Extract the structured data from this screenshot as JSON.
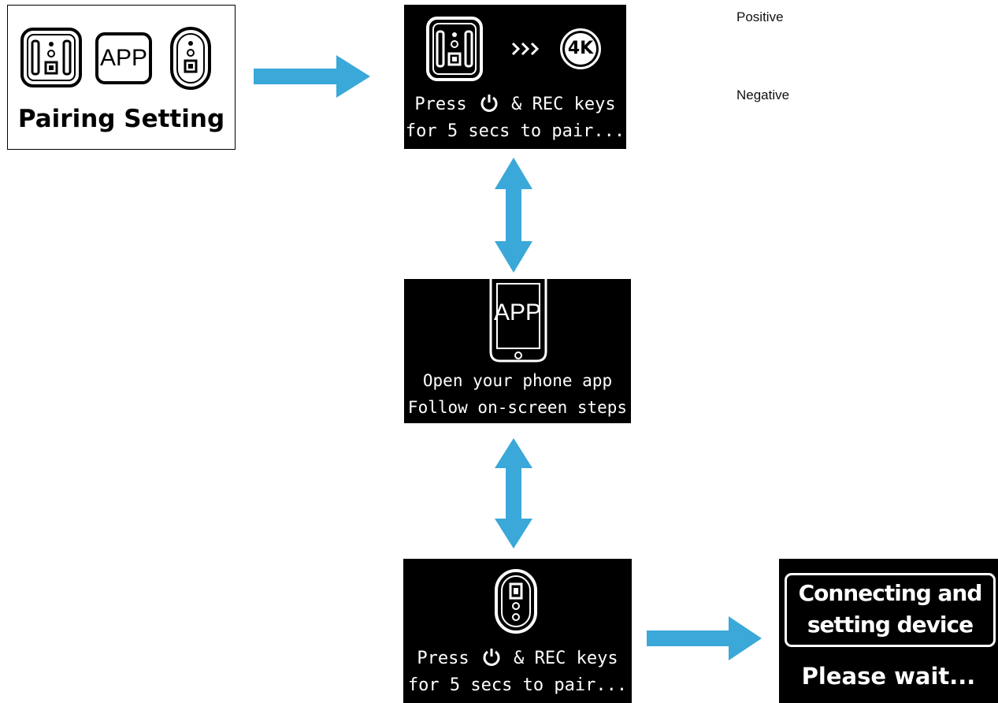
{
  "legend": {
    "positive": "Positive",
    "negative": "Negative"
  },
  "pairing_menu": {
    "app_label": "APP",
    "title": "Pairing Setting"
  },
  "screen_remote_pair": {
    "badge": "4K",
    "line1_pre": "Press",
    "line1_post": "& REC keys",
    "line2": "for 5 secs to pair..."
  },
  "screen_app": {
    "app_label": "APP",
    "line1": "Open your phone app",
    "line2": "Follow on-screen steps"
  },
  "screen_handle_pair": {
    "line1_pre": "Press",
    "line1_post": "& REC keys",
    "line2": "for 5 secs to pair..."
  },
  "screen_connecting": {
    "line1": "Connecting and",
    "line2": "setting device",
    "line3": "Please wait..."
  },
  "colors": {
    "arrow": "#3aa8d8",
    "screen_bg": "#000000",
    "screen_fg": "#ffffff"
  }
}
